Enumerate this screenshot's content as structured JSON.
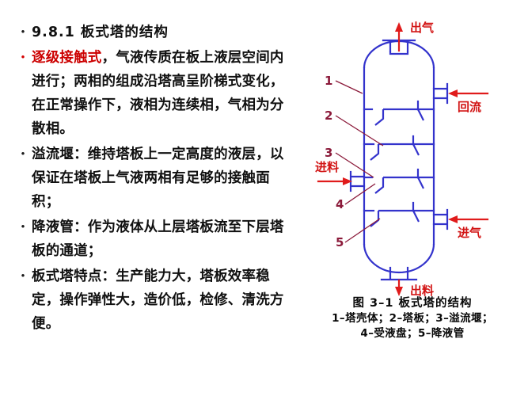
{
  "slide": {
    "background_color": "#ffffff",
    "text_color": "#101010",
    "accent_red": "#cc0000",
    "diagram_line_color": "#3333cc",
    "callout_color": "#8b1a3a"
  },
  "bullets": [
    {
      "marker": "•",
      "marker_color": "black",
      "segments": [
        {
          "text": "9.8.1 板式塔的结构",
          "highlight": false
        }
      ],
      "plain": "9.8.1 板式塔的结构"
    },
    {
      "marker": "•",
      "marker_color": "red",
      "segments": [
        {
          "text": "逐级接触式",
          "highlight": true
        },
        {
          "text": "，气液传质在板上液层空间内进行；两相的组成沿塔高呈阶梯式变化，在正常操作下，液相为连续相，气相为分散相。",
          "highlight": false
        }
      ],
      "plain": "逐级接触式，气液传质在板上液层空间内进行；两相的组成沿塔高呈阶梯式变化，在正常操作下，液相为连续相，气相为分散相。"
    },
    {
      "marker": "•",
      "marker_color": "black",
      "segments": [
        {
          "text": "溢流堰：维持塔板上一定高度的液层，以保证在塔板上气液两相有足够的接触面积；",
          "highlight": false
        }
      ],
      "plain": "溢流堰：维持塔板上一定高度的液层，以保证在塔板上气液两相有足够的接触面积；"
    },
    {
      "marker": "•",
      "marker_color": "black",
      "segments": [
        {
          "text": "降液管：作为液体从上层塔板流至下层塔板的通道；",
          "highlight": false
        }
      ],
      "plain": "降液管：作为液体从上层塔板流至下层塔板的通道；"
    },
    {
      "marker": "•",
      "marker_color": "black",
      "segments": [
        {
          "text": "板式塔特点：生产能力大，塔板效率稳定，操作弹性大，造价低，检修、清洗方便。",
          "highlight": false
        }
      ],
      "plain": "板式塔特点：生产能力大，塔板效率稳定，操作弹性大，造价低，检修、清洗方便。"
    }
  ],
  "diagram": {
    "stream_labels": {
      "gas_out": "出气",
      "reflux": "回流",
      "feed": "进料",
      "gas_in": "进气",
      "liquid_out": "出料"
    },
    "callouts": [
      {
        "num": "1"
      },
      {
        "num": "2"
      },
      {
        "num": "3"
      },
      {
        "num": "4"
      },
      {
        "num": "5"
      }
    ]
  },
  "caption": {
    "line1": "图 3–1  板式塔的结构",
    "line2": "1–塔壳体；2–塔板；3–溢流堰；",
    "line3": "4–受液盘；5–降液管"
  }
}
